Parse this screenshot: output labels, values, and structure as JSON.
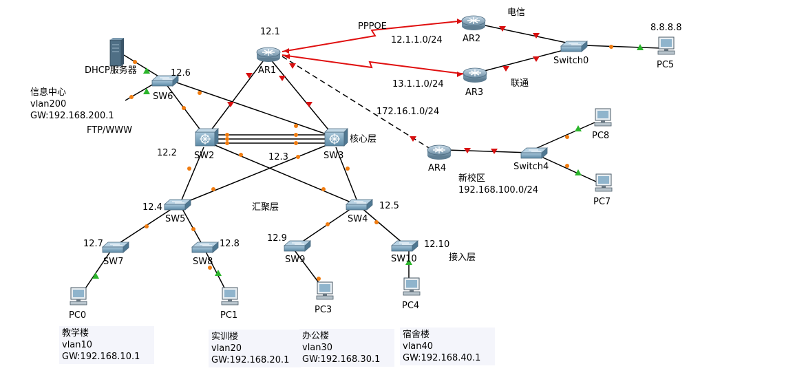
{
  "links_palette": {
    "link": "#000000",
    "serial": "#e01010",
    "port_up": "#2bb52b",
    "port_orange": "#f07c10",
    "port_red": "#d81010",
    "box_bg": "#f4f5fb"
  },
  "devices": {
    "ar1": "AR1",
    "ar2": "AR2",
    "ar3": "AR3",
    "ar4": "AR4",
    "switch0": "Switch0",
    "switch4": "Switch4",
    "sw2": "SW2",
    "sw3": "SW3",
    "sw4": "SW4",
    "sw5": "SW5",
    "sw6": "SW6",
    "sw7": "SW7",
    "sw8": "SW8",
    "sw9": "SW9",
    "sw10": "SW10",
    "pc0": "PC0",
    "pc1": "PC1",
    "pc3": "PC3",
    "pc4": "PC4",
    "pc5": "PC5",
    "pc7": "PC7",
    "pc8": "PC8",
    "dhcp": "DHCP服务器"
  },
  "labels": {
    "ar1_ip": "12.1",
    "sw6_ip": "12.6",
    "sw2_ip": "12.2",
    "sw3_ip": "12.3",
    "sw5_ip": "12.4",
    "sw4_ip": "12.5",
    "sw7_ip": "12.7",
    "sw8_ip": "12.8",
    "sw9_ip": "12.9",
    "sw10_ip": "12.10",
    "pppoe": "PPPOE",
    "net_ar2": "12.1.1.0/24",
    "net_ar3": "13.1.1.0/24",
    "telecom": "电信",
    "unicom": "联通",
    "pc5_ip": "8.8.8.8",
    "net_ar4": "172.16.1.0/24",
    "core": "核心层",
    "aggregation": "汇聚层",
    "access": "接入层",
    "ftp": "FTP/WWW",
    "new_campus": "新校区",
    "new_campus_net": "192.168.100.0/24"
  },
  "info_center": {
    "name": "信息中心",
    "vlan": "vlan200",
    "gw": "GW:192.168.200.1"
  },
  "areas": [
    {
      "name": "教学楼",
      "vlan": "vlan10",
      "gw": "GW:192.168.10.1"
    },
    {
      "name": "实训楼",
      "vlan": "vlan20",
      "gw": "GW:192.168.20.1"
    },
    {
      "name": "办公楼",
      "vlan": "vlan30",
      "gw": "GW:192.168.30.1"
    },
    {
      "name": "宿舍楼",
      "vlan": "vlan40",
      "gw": "GW:192.168.40.1"
    }
  ]
}
